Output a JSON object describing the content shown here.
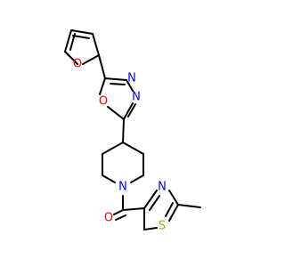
{
  "colors": {
    "bond": "#000000",
    "oxygen": "#ff0000",
    "nitrogen": "#0000ff",
    "sulfur": "#b2a800",
    "background": "#ffffff"
  },
  "atoms": {
    "furan_o": "O",
    "oxadiazole_o": "O",
    "oxadiazole_n1": "N",
    "oxadiazole_n2": "N",
    "piperidine_n": "N",
    "carbonyl_o": "O",
    "thiazole_n": "N",
    "thiazole_s": "S"
  }
}
